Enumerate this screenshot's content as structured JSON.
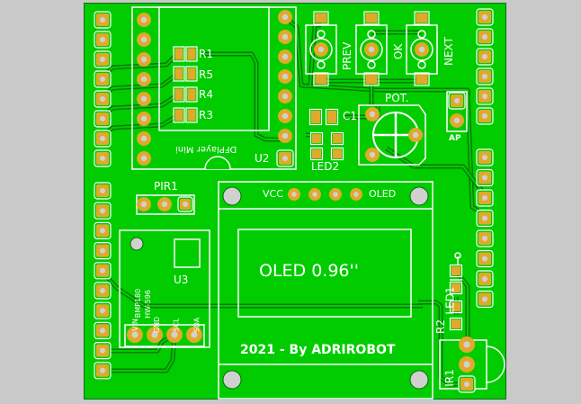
{
  "board": {
    "colors": {
      "background": "#c9c9c9",
      "copper": "#00cc00",
      "pad": "#e0a92a",
      "silk": "#ffffff",
      "trace": "#0a7a0a",
      "hole": "#d0d0d0"
    },
    "resistors": [
      "R1",
      "R5",
      "R4",
      "R3"
    ],
    "dfplayer": {
      "ref": "U2",
      "name": "DFPlayer Mini"
    },
    "buttons": [
      "PREV",
      "OK",
      "NEXT"
    ],
    "pot": "POT.",
    "capacitor": "C1",
    "led2": "LED2",
    "ap": "AP",
    "pir": "PIR1",
    "sensor": {
      "ref": "U3",
      "model": "BMP180",
      "module": "HW-596",
      "pins": [
        "VIN",
        "GND",
        "SCL",
        "SDA"
      ]
    },
    "oled": {
      "vcc": "VCC",
      "label": "OLED",
      "title": "OLED 0.96''",
      "credit": "2021 - By ADRIROBOT"
    },
    "led1": "LED1",
    "r2": "R2",
    "ir": "IR1"
  }
}
